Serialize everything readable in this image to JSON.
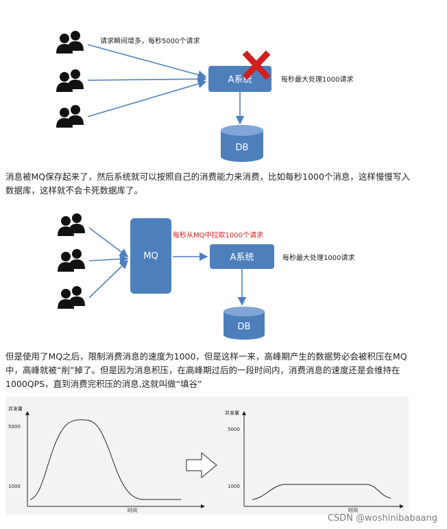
{
  "diagram1": {
    "request_label": "请求瞬间增多，每秒5000个请求",
    "system_label": "A系统",
    "capacity_label": "每秒最大处理1000请求",
    "db_label": "DB"
  },
  "paragraph1": "消息被MQ保存起来了，然后系统就可以按照自己的消费能力来消费，比如每秒1000个消息，这样慢慢写入数据库，这样就不会卡死数据库了。",
  "diagram2": {
    "mq_label": "MQ",
    "pull_label": "每秒从MQ中拉取1000个请求",
    "system_label": "A系统",
    "capacity_label": "每秒最大处理1000请求",
    "db_label": "DB"
  },
  "paragraph2": "但是使用了MQ之后，限制消费消息的速度为1000，但是这样一来，高峰期产生的数据势必会被积压在MQ中，高峰就被“削”掉了。但是因为消息积压，在高峰期过后的一段时间内，消费消息的速度还是会维持在1000QPS，直到消费完积压的消息,这就叫做“填谷”",
  "charts": {
    "ylabel": "并发量",
    "xlabel": "时间",
    "tick_high": "5000",
    "tick_low": "1000"
  },
  "watermark": "CSDN @woshinibabaang"
}
